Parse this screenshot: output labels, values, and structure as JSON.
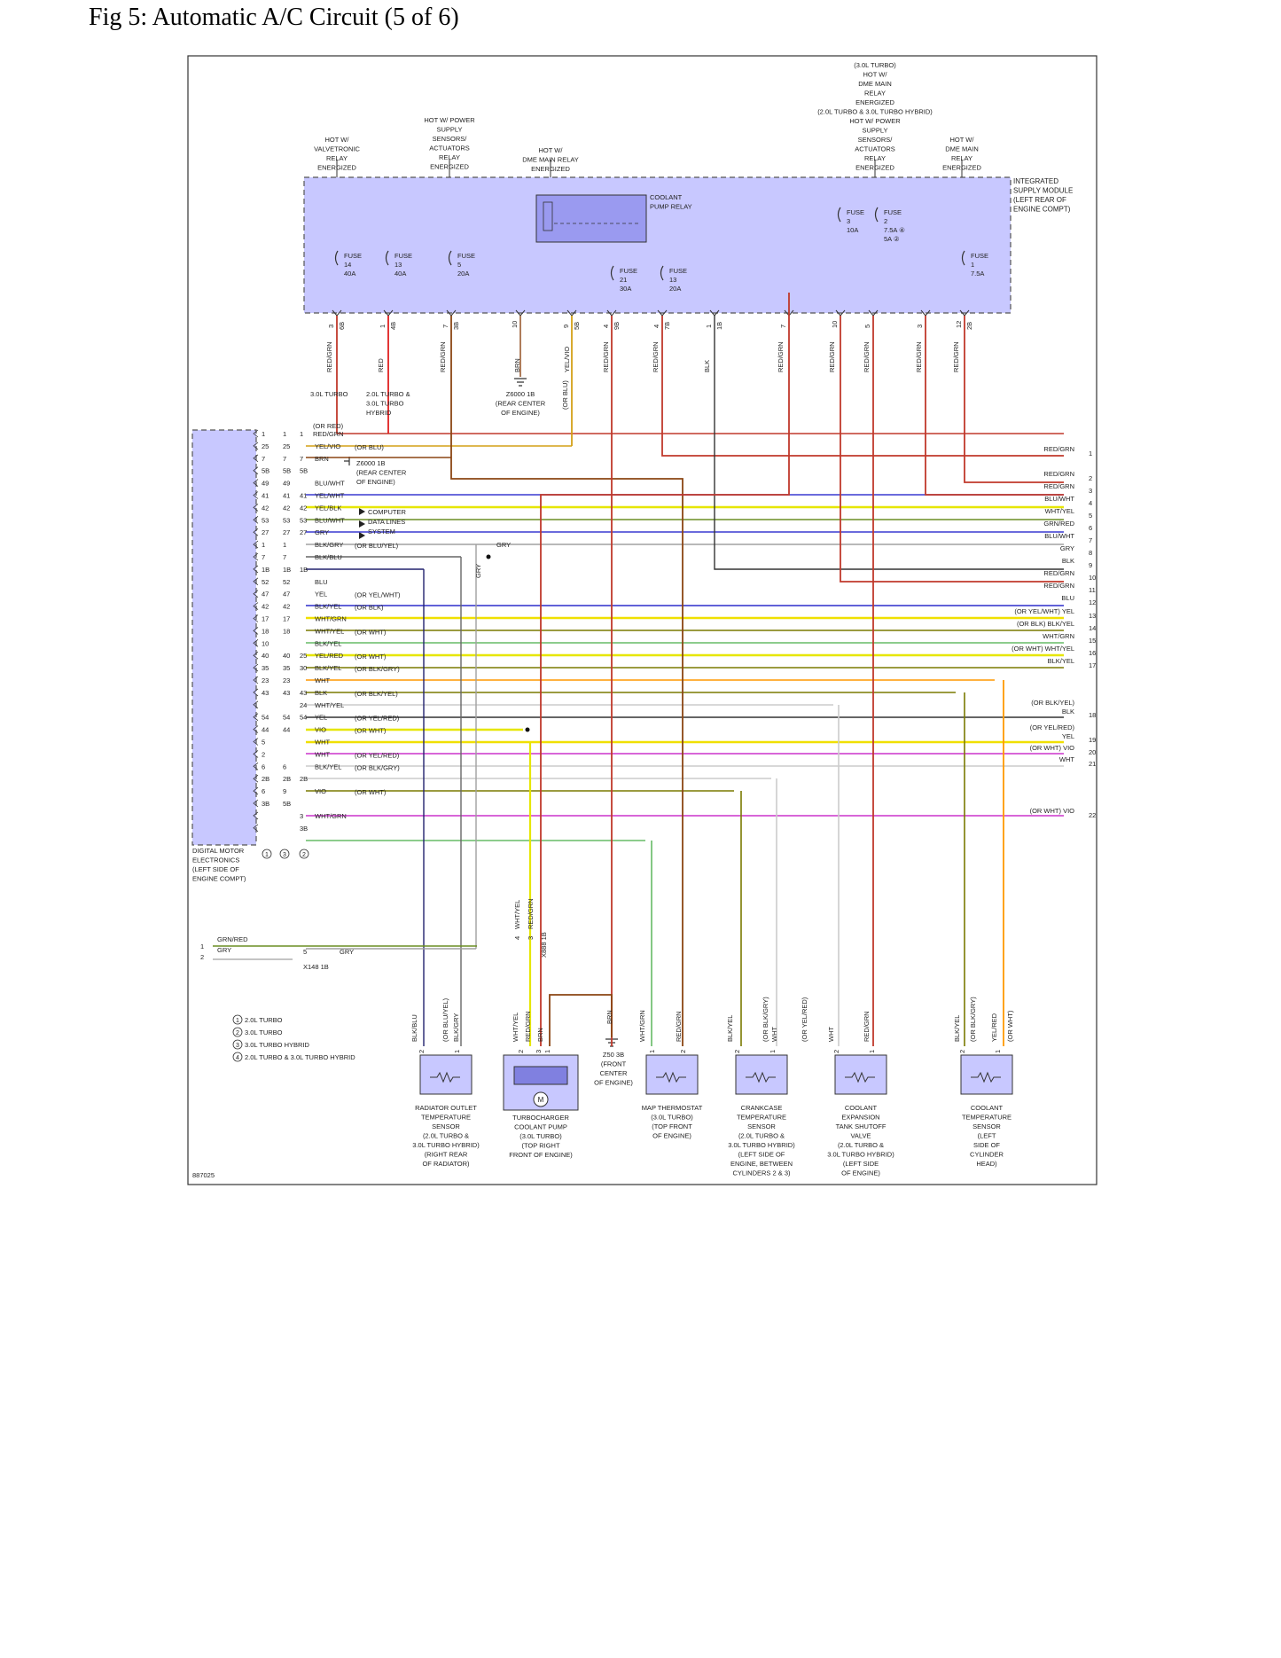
{
  "title": "Fig 5: Automatic A/C Circuit (5 of 6)",
  "figure_id": "887025",
  "wire_colors": {
    "RED/GRN": "#c0392b",
    "RED": "#e02020",
    "BRN": "#8b4513",
    "YEL/VIO": "#d4a017",
    "BLK": "#333333",
    "BLU/WHT": "#3a3ad0",
    "WHT/YEL": "#e6e600",
    "GRN/RED": "#6b8e23",
    "GRY": "#a0a0a0",
    "BLU": "#2d2dcc",
    "YEL": "#f0e000",
    "BLK/YEL": "#7a7a00",
    "WHT/GRN": "#66bb66",
    "YEL/RED": "#ff9900",
    "VIO": "#cc33cc",
    "WHT": "#cccccc",
    "BLK/GRY": "#666666",
    "BLK/BLU": "#22226e"
  },
  "module_color": "#c8c8ff",
  "ism": {
    "label": [
      "INTEGRATED",
      "SUPPLY MODULE",
      "(LEFT REAR OF",
      "ENGINE COMPT)"
    ],
    "hot_labels": [
      [
        "HOT W/",
        "VALVETRONIC",
        "RELAY",
        "ENERGIZED"
      ],
      [
        "HOT W/ POWER",
        "SUPPLY",
        "SENSORS/",
        "ACTUATORS",
        "RELAY",
        "ENERGIZED"
      ],
      [
        "HOT W/",
        "DME MAIN RELAY",
        "ENERGIZED"
      ],
      [
        "(3.0L TURBO)",
        "HOT W/",
        "DME MAIN",
        "RELAY",
        "ENERGIZED",
        "(2.0L TURBO & 3.0L TURBO HYBRID)",
        "HOT W/ POWER",
        "SUPPLY",
        "SENSORS/",
        "ACTUATORS",
        "RELAY",
        "ENERGIZED"
      ],
      [
        "HOT W/",
        "DME MAIN",
        "RELAY",
        "ENERGIZED"
      ]
    ],
    "relay_label": [
      "COOLANT",
      "PUMP RELAY"
    ],
    "fuses": [
      [
        "FUSE",
        "14",
        "40A"
      ],
      [
        "FUSE",
        "13",
        "40A"
      ],
      [
        "FUSE",
        "5",
        "20A"
      ],
      [
        "FUSE",
        "21",
        "30A"
      ],
      [
        "FUSE",
        "13",
        "20A"
      ],
      [
        "FUSE",
        "3",
        "10A"
      ],
      [
        "FUSE",
        "2",
        "7.5A ④",
        "5A ②"
      ],
      [
        "FUSE",
        "1",
        "7.5A"
      ]
    ],
    "pins": [
      "3",
      "6B",
      "1",
      "4B",
      "7",
      "3B",
      "10",
      "9",
      "5B",
      "4",
      "9B",
      "4",
      "7B",
      "1",
      "1B",
      "7",
      "10",
      "5",
      "3",
      "12",
      "2B"
    ],
    "wires": [
      "RED/GRN",
      "RED",
      "RED/GRN",
      "BRN",
      "YEL/VIO",
      "RED/GRN",
      "RED/GRN",
      "BLK",
      "RED/GRN",
      "RED/GRN",
      "RED/GRN",
      "RED/GRN",
      "RED/GRN"
    ]
  },
  "ground_z6000": [
    "Z6000 1B",
    "(REAR CENTER",
    "OF ENGINE)"
  ],
  "ground_z6000_side": [
    "Z6000 1B",
    "(REAR CENTER",
    "OF ENGINE)"
  ],
  "variant_labels": [
    "3.0L TURBO",
    "2.0L TURBO &",
    "3.0L TURBO",
    "HYBRID"
  ],
  "or_blu": "(OR BLU)",
  "dme": {
    "label": [
      "DIGITAL MOTOR",
      "ELECTRONICS",
      "(LEFT SIDE OF",
      "ENGINE COMPT)"
    ],
    "rows": [
      {
        "p": [
          "1",
          "1",
          "1"
        ],
        "w": "(OR RED)\nRED/GRN"
      },
      {
        "p": [
          "25",
          "25",
          ""
        ],
        "w": "YEL/VIO",
        "n": "(OR BLU)"
      },
      {
        "p": [
          "7",
          "7",
          "7"
        ],
        "w": "BRN"
      },
      {
        "p": [
          "5B",
          "5B",
          "5B"
        ],
        "w": ""
      },
      {
        "p": [
          "49",
          "49",
          ""
        ],
        "w": "BLU/WHT"
      },
      {
        "p": [
          "41",
          "41",
          "41"
        ],
        "w": "YEL/WHT"
      },
      {
        "p": [
          "42",
          "42",
          "42"
        ],
        "w": "YEL/BLK"
      },
      {
        "p": [
          "53",
          "53",
          "53"
        ],
        "w": "BLU/WHT"
      },
      {
        "p": [
          "27",
          "27",
          "27"
        ],
        "w": "GRY"
      },
      {
        "p": [
          "1",
          "1",
          ""
        ],
        "w": "BLK/GRY",
        "n": "(OR BLU/YEL)"
      },
      {
        "p": [
          "7",
          "7",
          ""
        ],
        "w": "BLK/BLU"
      },
      {
        "p": [
          "1B",
          "1B",
          "1B"
        ],
        "w": ""
      },
      {
        "p": [
          "52",
          "52",
          ""
        ],
        "w": "BLU"
      },
      {
        "p": [
          "47",
          "47",
          ""
        ],
        "w": "YEL",
        "n": "(OR YEL/WHT)"
      },
      {
        "p": [
          "42",
          "42",
          ""
        ],
        "w": "BLK/YEL",
        "n": "(OR BLK)"
      },
      {
        "p": [
          "17",
          "17",
          ""
        ],
        "w": "WHT/GRN"
      },
      {
        "p": [
          "18",
          "18",
          ""
        ],
        "w": "WHT/YEL",
        "n": "(OR WHT)"
      },
      {
        "p": [
          "10",
          "",
          ""
        ],
        "w": "BLK/YEL"
      },
      {
        "p": [
          "40",
          "40",
          "25"
        ],
        "w": "YEL/RED",
        "n": "(OR WHT)"
      },
      {
        "p": [
          "35",
          "35",
          "30"
        ],
        "w": "BLK/YEL",
        "n": "(OR BLK/GRY)"
      },
      {
        "p": [
          "23",
          "23",
          ""
        ],
        "w": "WHT"
      },
      {
        "p": [
          "43",
          "43",
          "43"
        ],
        "w": "BLK",
        "n": "(OR BLK/YEL)"
      },
      {
        "p": [
          "",
          "",
          "24"
        ],
        "w": "WHT/YEL"
      },
      {
        "p": [
          "54",
          "54",
          "54"
        ],
        "w": "YEL",
        "n": "(OR YEL/RED)"
      },
      {
        "p": [
          "44",
          "44",
          ""
        ],
        "w": "VIO",
        "n": "(OR WHT)"
      },
      {
        "p": [
          "5",
          "",
          ""
        ],
        "w": "WHT"
      },
      {
        "p": [
          "2",
          "",
          ""
        ],
        "w": "WHT",
        "n": "(OR YEL/RED)"
      },
      {
        "p": [
          "6",
          "6",
          ""
        ],
        "w": "BLK/YEL",
        "n": "(OR BLK/GRY)"
      },
      {
        "p": [
          "2B",
          "2B",
          "2B"
        ],
        "w": ""
      },
      {
        "p": [
          "6",
          "9",
          ""
        ],
        "w": "VIO",
        "n": "(OR WHT)"
      },
      {
        "p": [
          "3B",
          "5B",
          ""
        ],
        "w": ""
      },
      {
        "p": [
          "",
          "",
          "3"
        ],
        "w": "WHT/GRN"
      },
      {
        "p": [
          "",
          "",
          "3B"
        ],
        "w": ""
      }
    ],
    "z6000_side": [
      "Z6000 1B",
      "(REAR CENTER",
      "OF ENGINE)"
    ],
    "cdls": [
      "COMPUTER",
      "DATA LINES",
      "SYSTEM"
    ],
    "gry_label": "GRY",
    "gry_vert": "GRY"
  },
  "right_side": [
    {
      "n": "1",
      "t": [
        "RED/GRN"
      ]
    },
    {
      "n": "2",
      "t": [
        "RED/GRN"
      ]
    },
    {
      "n": "3",
      "t": [
        "RED/GRN"
      ]
    },
    {
      "n": "4",
      "t": [
        "BLU/WHT"
      ]
    },
    {
      "n": "5",
      "t": [
        "WHT/YEL"
      ]
    },
    {
      "n": "6",
      "t": [
        "GRN/RED"
      ]
    },
    {
      "n": "7",
      "t": [
        "BLU/WHT"
      ]
    },
    {
      "n": "8",
      "t": [
        "GRY"
      ]
    },
    {
      "n": "9",
      "t": [
        "BLK"
      ]
    },
    {
      "n": "10",
      "t": [
        "RED/GRN"
      ]
    },
    {
      "n": "11",
      "t": [
        "RED/GRN"
      ]
    },
    {
      "n": "12",
      "t": [
        "BLU"
      ]
    },
    {
      "n": "13",
      "t": [
        "(OR YEL/WHT) YEL"
      ]
    },
    {
      "n": "14",
      "t": [
        "(OR BLK)   BLK/YEL"
      ]
    },
    {
      "n": "15",
      "t": [
        "WHT/GRN"
      ]
    },
    {
      "n": "16",
      "t": [
        "(OR WHT)   WHT/YEL"
      ]
    },
    {
      "n": "17",
      "t": [
        "BLK/YEL"
      ]
    },
    {
      "n": "18",
      "t": [
        "(OR BLK/YEL)",
        "BLK"
      ]
    },
    {
      "n": "19",
      "t": [
        "(OR YEL/RED)",
        "YEL"
      ]
    },
    {
      "n": "20",
      "t": [
        "(OR WHT) VIO"
      ]
    },
    {
      "n": "21",
      "t": [
        "WHT"
      ]
    },
    {
      "n": "22",
      "t": [
        "(OR WHT) VIO"
      ]
    }
  ],
  "x148": {
    "pins": [
      "1",
      "2"
    ],
    "wires": [
      "GRN/RED",
      "GRY"
    ],
    "pin5": "5",
    "gry": "GRY",
    "label": "X148 1B"
  },
  "legend": [
    {
      "n": "1",
      "t": "2.0L TURBO"
    },
    {
      "n": "2",
      "t": "3.0L TURBO"
    },
    {
      "n": "3",
      "t": "3.0L TURBO HYBRID"
    },
    {
      "n": "4",
      "t": "2.0L TURBO & 3.0L TURBO HYBRID"
    }
  ],
  "x888": {
    "pins": [
      "4",
      "3"
    ],
    "wires": [
      "WHT/YEL",
      "RED/GRN"
    ],
    "label": "X888 1B"
  },
  "ground_z50": [
    "Z50 3B",
    "(FRONT",
    "CENTER",
    "OF ENGINE)"
  ],
  "components": [
    {
      "label": [
        "RADIATOR OUTLET",
        "TEMPERATURE",
        "SENSOR",
        "(2.0L TURBO &",
        "3.0L TURBO HYBRID)",
        "(RIGHT REAR",
        "OF RADIATOR)"
      ],
      "pins": [
        "2",
        "1"
      ],
      "wires": [
        "BLK/BLU",
        "(OR BLU/YEL)",
        "BLK/GRY"
      ]
    },
    {
      "label": [
        "TURBOCHARGER",
        "COOLANT PUMP",
        "(3.0L TURBO)",
        "(TOP RIGHT",
        "FRONT OF ENGINE)"
      ],
      "pins": [
        "2",
        "3",
        "1"
      ],
      "wires": [
        "WHT/YEL",
        "RED/GRN",
        "BRN"
      ]
    },
    {
      "label": [
        "MAP THERMOSTAT",
        "(3.0L TURBO)",
        "(TOP FRONT",
        "OF ENGINE)"
      ],
      "pins": [
        "1",
        "2"
      ],
      "wires": [
        "WHT/GRN",
        "RED/GRN"
      ]
    },
    {
      "label": [
        "CRANKCASE",
        "TEMPERATURE",
        "SENSOR",
        "(2.0L TURBO &",
        "3.0L TURBO HYBRID)",
        "(LEFT SIDE OF",
        "ENGINE, BETWEEN",
        "CYLINDERS 2 & 3)"
      ],
      "pins": [
        "2",
        "1"
      ],
      "wires": [
        "BLK/YEL",
        "(OR BLK/GRY)",
        "WHT",
        "(OR YEL/RED)"
      ]
    },
    {
      "label": [
        "COOLANT",
        "EXPANSION",
        "TANK SHUTOFF",
        "VALVE",
        "(2.0L TURBO &",
        "3.0L TURBO HYBRID)",
        "(LEFT SIDE",
        "OF ENGINE)"
      ],
      "pins": [
        "2",
        "1"
      ],
      "wires": [
        "WHT",
        "RED/GRN"
      ]
    },
    {
      "label": [
        "COOLANT",
        "TEMPERATURE",
        "SENSOR",
        "(LEFT",
        "SIDE OF",
        "CYLINDER",
        "HEAD)"
      ],
      "pins": [
        "2",
        "1"
      ],
      "wires": [
        "BLK/YEL",
        "(OR BLK/GRY)",
        "YEL/RED",
        "(OR WHT)"
      ]
    }
  ],
  "brn_label": "BRN"
}
